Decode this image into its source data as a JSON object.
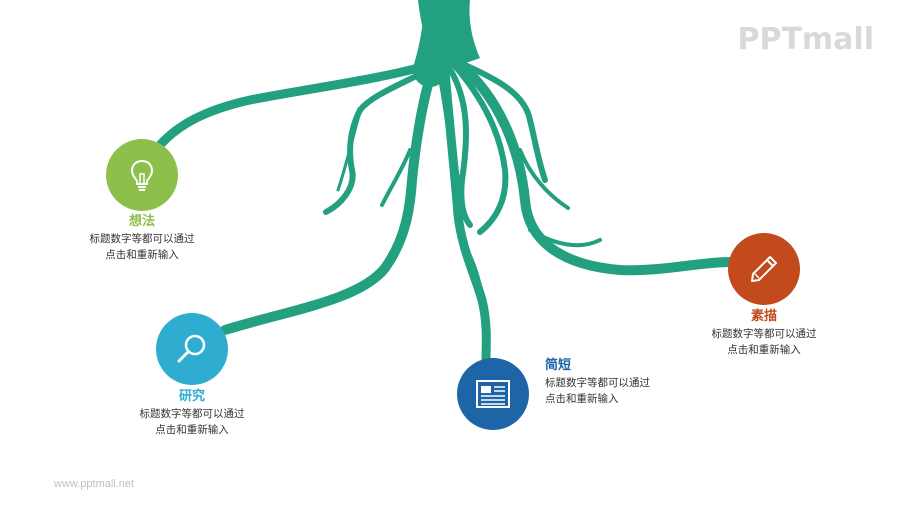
{
  "brand": {
    "logo_text": "PPTmall",
    "footer_url": "www.pptmall.net"
  },
  "colors": {
    "roots": "#22a07f",
    "idea": "#8cc04a",
    "research": "#2fadd1",
    "brief": "#1e65a8",
    "sketch": "#c24a1c"
  },
  "items": [
    {
      "id": "idea",
      "title": "想法",
      "line1": "标题数字等都可以通过",
      "line2": "点击和重新输入",
      "icon": "lightbulb-icon"
    },
    {
      "id": "research",
      "title": "研究",
      "line1": "标题数字等都可以通过",
      "line2": "点击和重新输入",
      "icon": "magnifier-icon"
    },
    {
      "id": "brief",
      "title": "简短",
      "line1": "标题数字等都可以通过",
      "line2": "点击和重新输入",
      "icon": "document-icon"
    },
    {
      "id": "sketch",
      "title": "素描",
      "line1": "标题数字等都可以通过",
      "line2": "点击和重新输入",
      "icon": "pencil-icon"
    }
  ]
}
